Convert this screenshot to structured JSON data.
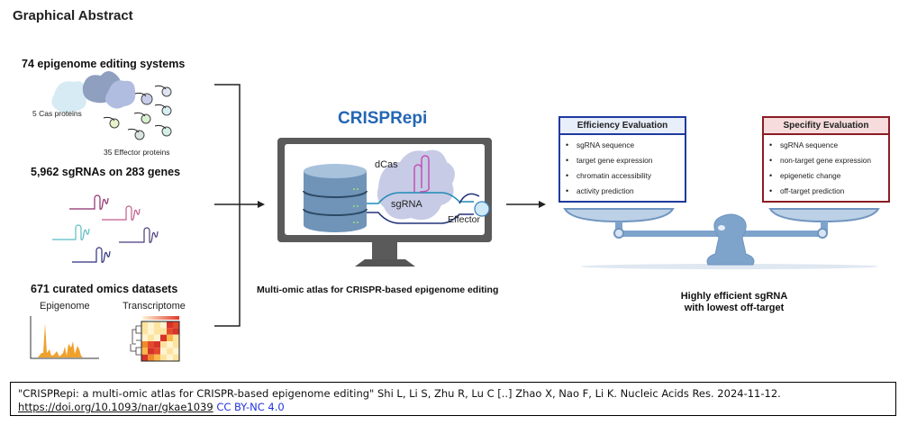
{
  "header": {
    "title": "Graphical Abstract"
  },
  "inputs": {
    "systems": {
      "title": "74 epigenome editing systems",
      "cas_label": "5 Cas proteins",
      "effector_label": "35 Effector proteins"
    },
    "sgrnas": {
      "title": "5,962 sgRNAs on 283 genes"
    },
    "omics": {
      "title": "671 curated omics datasets",
      "epigenome_label": "Epigenome",
      "transcriptome_label": "Transcriptome"
    }
  },
  "atlas": {
    "title": "CRISPRepi",
    "dcas_label": "dCas",
    "sgrna_label": "sgRNA",
    "effector_label": "Effector",
    "caption": "Multi-omic atlas for CRISPR-based epigenome editing"
  },
  "evaluation": {
    "efficiency": {
      "title": "Efficiency Evaluation",
      "items": [
        "sgRNA sequence",
        "target gene expression",
        "chromatin accessibility",
        "activity prediction"
      ]
    },
    "specificity": {
      "title": "Specifity Evaluation",
      "items": [
        "sgRNA sequence",
        "non-target gene expression",
        "epigenetic change",
        "off-target prediction"
      ]
    },
    "result_line1": "Highly efficient sgRNA",
    "result_line2": "with lowest off-target"
  },
  "citation": {
    "text": "\"CRISPRepi: a multi-omic atlas for CRISPR-based epigenome editing\" Shi L, Li S, Zhu R, Lu C [..] Zhao X, Nao F, Li K. Nucleic Acids Res. 2024-11-12.",
    "doi": "https://doi.org/10.1093/nar/gkae1039",
    "license": "CC BY-NC 4.0"
  },
  "colors": {
    "crisprepi_blue": "#2466b3",
    "efficiency_border": "#1f3a9e",
    "specificity_border": "#8a1c24",
    "scale_blue": "#7fa4cc",
    "license_link": "#2233dd"
  }
}
